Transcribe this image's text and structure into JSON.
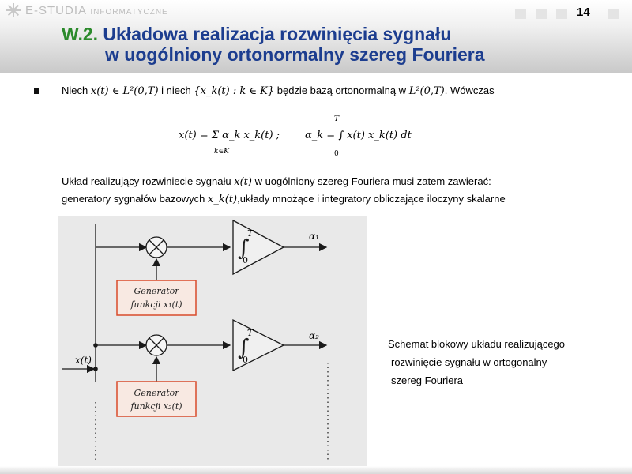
{
  "header": {
    "logo_main": "E-STUDIA",
    "logo_sub": "INFORMATYCZNE",
    "slide_number": "14"
  },
  "title": {
    "prefix": "W.2.",
    "line1": "Układowa realizacja rozwinięcia sygnału",
    "line2": "w uogólniony ortonormalny szereg Fouriera"
  },
  "body": {
    "line1_parts": [
      "Niech",
      "x(t) ∈ L²(0,T)",
      "i niech",
      "{x_k(t) : k ∈ K}",
      "będzie bazą ortonormalną w",
      "L²(0,T)",
      ". Wówczas"
    ],
    "formula1": "x(t) = Σ α_k x_k(t) ;",
    "formula1_sub": "k∈K",
    "formula2": "α_k = ∫ x(t) x_k(t) dt",
    "formula2_upper": "T",
    "formula2_lower": "0",
    "para1_a": "Układ realizujący rozwiniecie sygnału",
    "para1_math": "x(t)",
    "para1_b": "w uogólniony szereg Fouriera musi zatem zawierać:",
    "para2_a": "generatory sygnałów bazowych",
    "para2_math": "x_k(t)",
    "para2_b": ",układy mnożące i integratory obliczające iloczyny skalarne"
  },
  "diagram": {
    "input_label": "x(t)",
    "generator1_l1": "Generator",
    "generator1_l2": "funkcji x₁(t)",
    "generator2_l1": "Generator",
    "generator2_l2": "funkcji x₂(t)",
    "integral_upper": "T",
    "integral_lower": "0",
    "output1": "α₁",
    "output2": "α₂",
    "colors": {
      "generator_border": "#d94b2a",
      "line": "#1a1a1a",
      "background": "#e9e9e9"
    }
  },
  "caption": {
    "line1": "Schemat blokowy układu realizującego",
    "line2": "rozwinięcie sygnału w ortogonalny",
    "line3": "szereg Fouriera"
  }
}
